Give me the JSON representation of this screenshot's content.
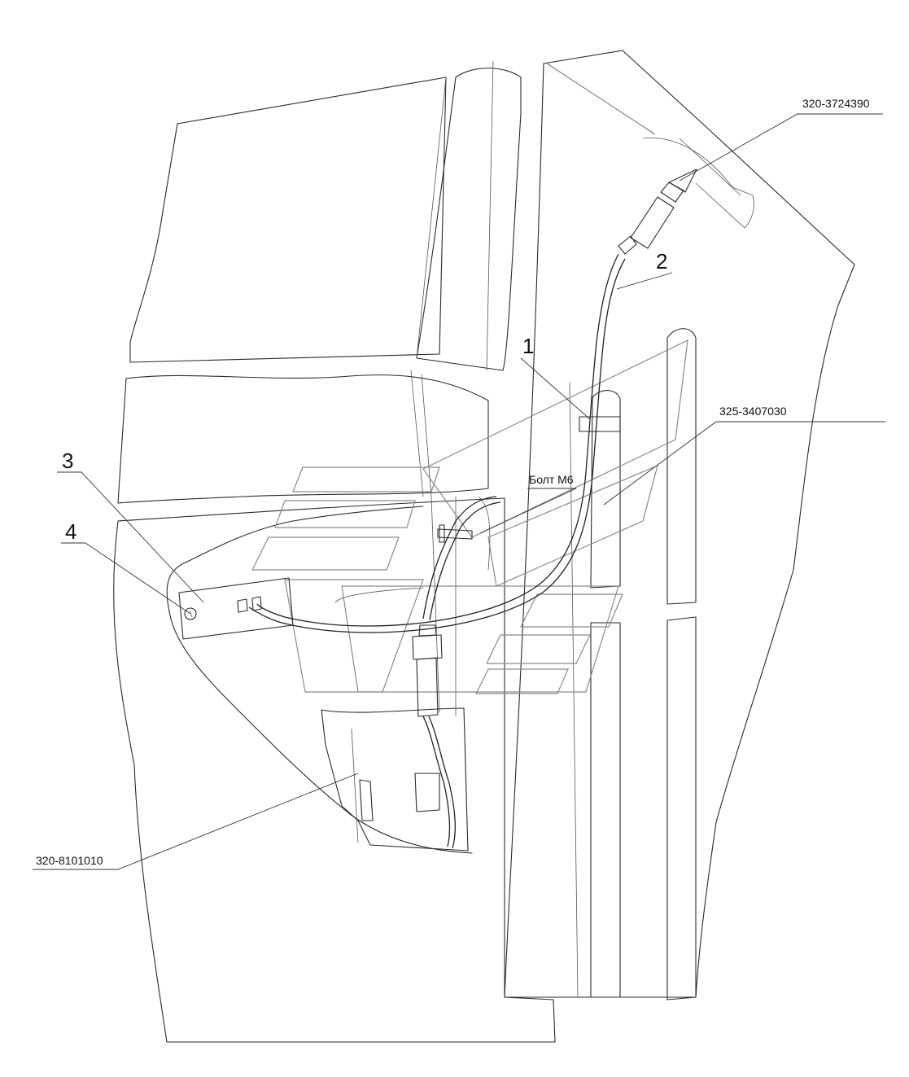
{
  "callouts": {
    "item_1": "1",
    "item_2": "2",
    "item_3": "3",
    "item_4": "4"
  },
  "part_codes": {
    "top_right": "320-3724390",
    "middle_right": "325-3407030",
    "bottom_left": "320-8101010"
  },
  "notes": {
    "bolt": "Болт М6"
  },
  "colors": {
    "line": "#2a2a2a",
    "watermark": "#8a8a8a",
    "background": "#ffffff"
  }
}
